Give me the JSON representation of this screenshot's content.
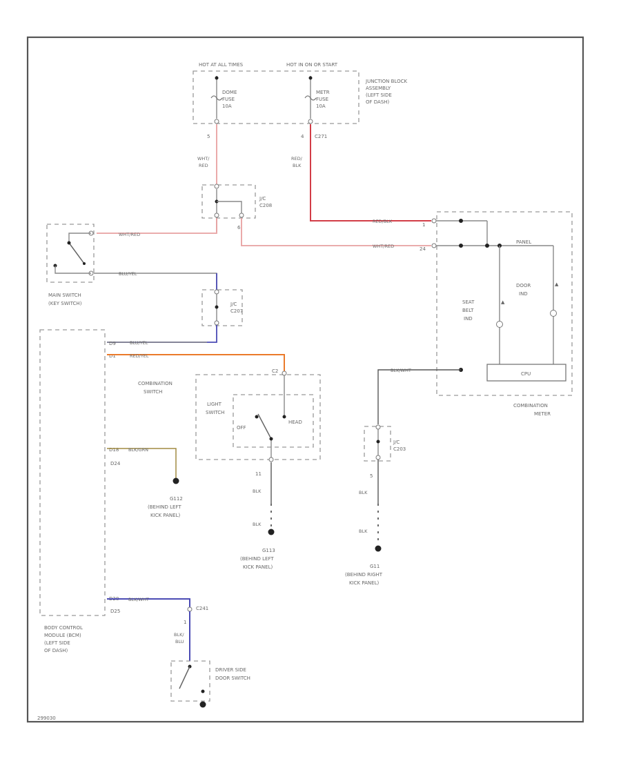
{
  "colors": {
    "frame": "#555555",
    "dashed_box": "#999999",
    "red_wire": "#e8a0a0",
    "red_blk_wire": "#d23c46",
    "orange_wire": "#ea7a2a",
    "blue_wire": "#4a4ab4",
    "gray_wire": "#888888"
  },
  "junction_block": {
    "hot_at_all_times": "HOT AT ALL TIMES",
    "hot_in_on_or_start": "HOT IN ON OR START",
    "name": "JUNCTION BLOCK",
    "name2": "ASSEMBLY",
    "name3": "(LEFT SIDE",
    "name4": "OF DASH)",
    "fuse1_l1": "DOME",
    "fuse1_l2": "FUSE",
    "fuse1_l3": "10A",
    "fuse2_l1": "METR",
    "fuse2_l2": "FUSE",
    "fuse2_l3": "10A",
    "pin1": "5",
    "pin2": "4",
    "conn2": "C271"
  },
  "wires": {
    "wht_red_v1": "WHT/",
    "wht_red_v2": "RED",
    "red_blk_v1": "RED/",
    "red_blk_v2": "BLK",
    "wht_red_main": "WHT/RED",
    "red_blk_meter": "RED/BLK",
    "wht_red_meter": "WHT/RED",
    "blu_yel_main": "BLU/YEL",
    "blu_yel_bcm": "BLU/YEL",
    "red_yel": "RED/YEL",
    "blk_grn": "BLK/GRN",
    "blk_wht": "BLK/WHT",
    "blu_blu_door1": "BLK/",
    "blu_blu_door2": "BLU",
    "blk_wht_meter": "BLK/WHT",
    "blk1": "BLK",
    "blk2": "BLK",
    "blk3": "BLK",
    "blk4": "BLK"
  },
  "main_switch": {
    "l1": "MAIN SWITCH",
    "l2": "(KEY SWITCH)"
  },
  "jc_c208": {
    "l1": "J/C",
    "l2": "C208",
    "pin": "6"
  },
  "jc_c207": {
    "l1": "J/C",
    "l2": "C207"
  },
  "jc_c203": {
    "l1": "J/C",
    "l2": "C203",
    "pin": "5"
  },
  "bcm": {
    "l1": "BODY CONTROL",
    "l2": "MODULE (BCM)",
    "l3": "(LEFT SIDE",
    "l4": "OF DASH)",
    "pin1": "D9",
    "pin2": "D1",
    "pin3": "D18",
    "pin4": "D24",
    "pin5": "D28",
    "pin6": "D25"
  },
  "combination_switch": {
    "l1": "COMBINATION",
    "l2": "SWITCH",
    "light_switch_l1": "LIGHT",
    "light_switch_l2": "SWITCH",
    "off": "OFF",
    "head": "HEAD",
    "conn": "C2",
    "pin": "11"
  },
  "grounds": {
    "g112_l1": "G112",
    "g112_l2": "(BEHIND LEFT",
    "g112_l3": "KICK PANEL)",
    "g113_l1": "G113",
    "g113_l2": "(BEHIND LEFT",
    "g113_l3": "KICK PANEL)",
    "g111_l1": "G11",
    "g111_l2": "(BEHIND RIGHT",
    "g111_l3": "KICK PANEL)"
  },
  "combination_meter": {
    "l1": "COMBINATION",
    "l2": "METER",
    "seat_belt_l1": "SEAT",
    "seat_belt_l2": "BELT",
    "seat_belt_l3": "IND",
    "door_l1": "DOOR",
    "door_l2": "IND",
    "cpu": "CPU",
    "panel": "PANEL",
    "pin_a": "1",
    "pin_b": "24"
  },
  "door_switch": {
    "l1": "DRIVER SIDE",
    "l2": "DOOR SWITCH",
    "conn": "C241",
    "pin": "1"
  },
  "footer": {
    "code": "299030"
  }
}
